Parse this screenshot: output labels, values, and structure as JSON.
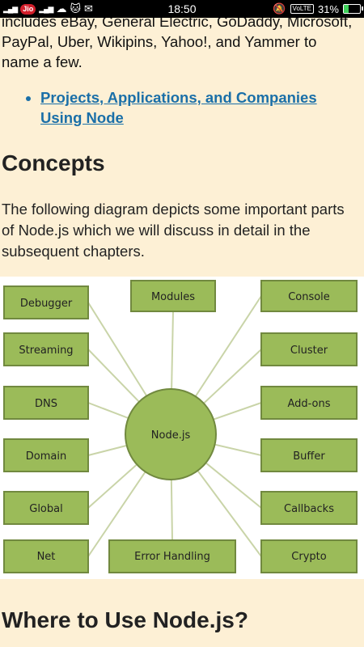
{
  "status_bar": {
    "time": "18:50",
    "carrier_badge": "Jio",
    "network_label": "VoLTE",
    "battery_percent": "31%",
    "battery_level": 0.31
  },
  "article": {
    "intro_text": "includes eBay, General Electric, GoDaddy, Microsoft, PayPal, Uber, Wikipins, Yahoo!, and Yammer to name a few.",
    "link_text": "Projects, Applications, and Companies Using Node",
    "concepts_heading": "Concepts",
    "concepts_para": "The following diagram depicts some important parts of Node.js which we will discuss in detail in the subsequent chapters.",
    "next_heading": "Where to Use Node.js?"
  },
  "diagram": {
    "center": "Node.js",
    "nodes": {
      "debugger": "Debugger",
      "modules": "Modules",
      "console": "Console",
      "streaming": "Streaming",
      "cluster": "Cluster",
      "dns": "DNS",
      "addons": "Add-ons",
      "domain": "Domain",
      "buffer": "Buffer",
      "global": "Global",
      "callbacks": "Callbacks",
      "net": "Net",
      "error_handling": "Error Handling",
      "crypto": "Crypto"
    },
    "colors": {
      "box_fill": "#9bbb59",
      "box_stroke": "#71893f",
      "line": "#c9d4a8"
    }
  }
}
